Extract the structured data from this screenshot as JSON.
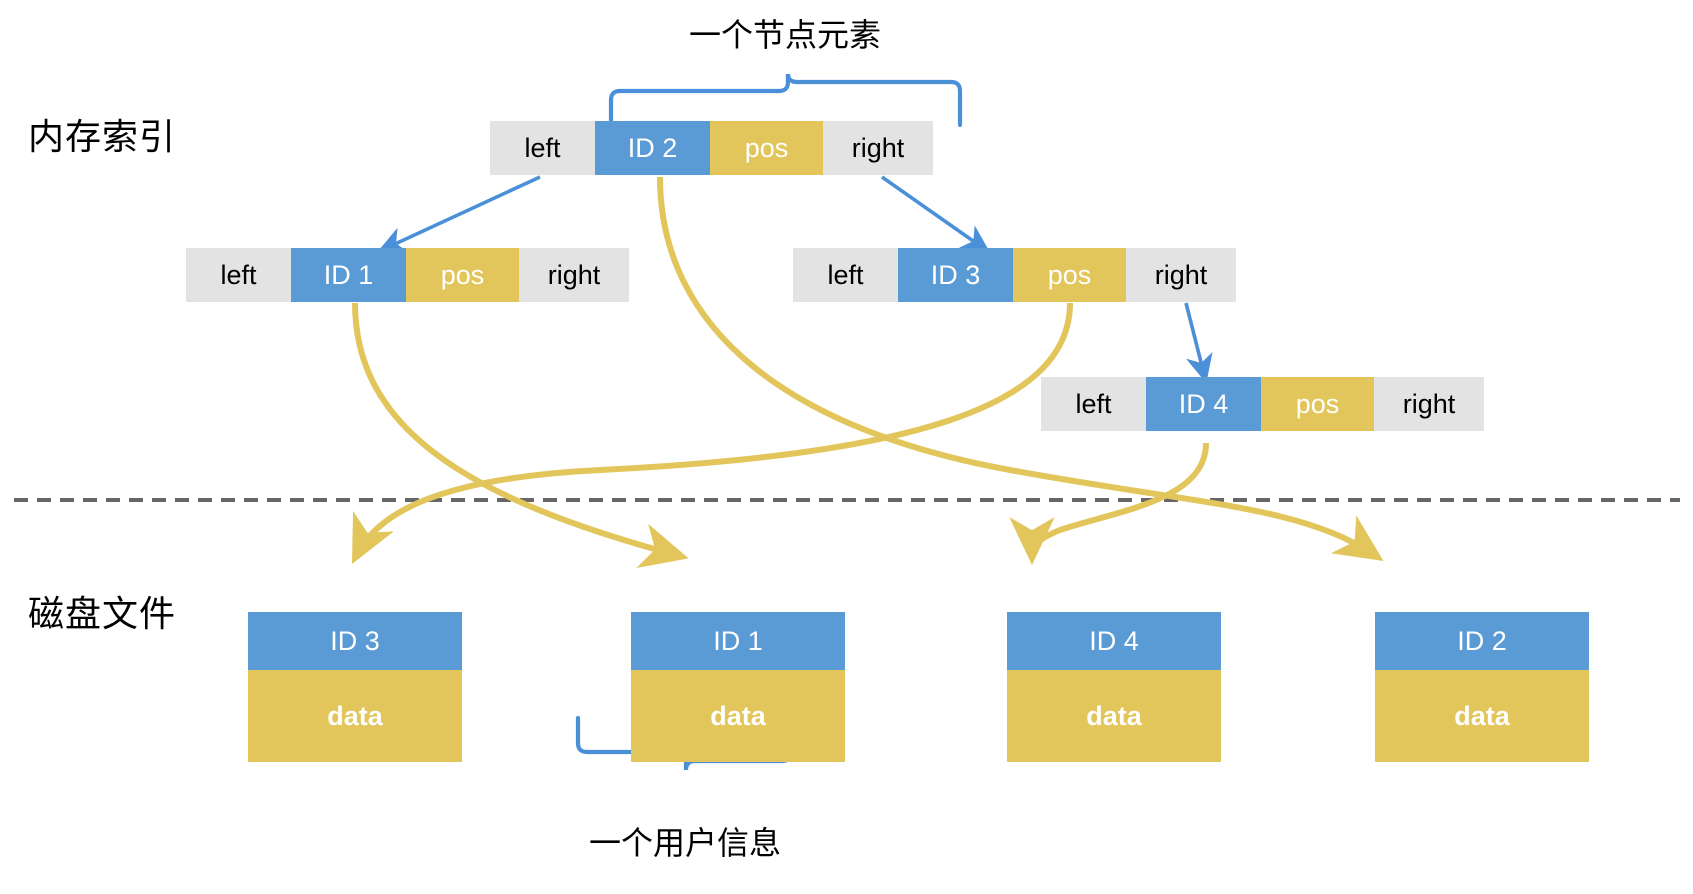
{
  "diagram": {
    "title_top": "一个节点元素",
    "caption_bottom": "一个用户信息",
    "labels": {
      "memory_index": "内存索引",
      "disk_file": "磁盘文件"
    },
    "colors": {
      "blue": "#5B9BD5",
      "yellow": "#E2C55B",
      "gray": "#E3E3E3",
      "divider": "#666666",
      "text_dark": "#000000",
      "text_light": "#FFFFFF"
    },
    "cell_labels": {
      "left": "left",
      "pos": "pos",
      "right": "right"
    },
    "index_nodes": [
      {
        "name": "root-node",
        "left": "left",
        "id": "ID 2",
        "pos": "pos",
        "right": "right"
      },
      {
        "name": "node-id1",
        "left": "left",
        "id": "ID 1",
        "pos": "pos",
        "right": "right"
      },
      {
        "name": "node-id3",
        "left": "left",
        "id": "ID 3",
        "pos": "pos",
        "right": "right"
      },
      {
        "name": "node-id4",
        "left": "left",
        "id": "ID 4",
        "pos": "pos",
        "right": "right"
      }
    ],
    "disk_records": [
      {
        "name": "record-id3",
        "id": "ID 3",
        "data": "data"
      },
      {
        "name": "record-id1",
        "id": "ID 1",
        "data": "data"
      },
      {
        "name": "record-id4",
        "id": "ID 4",
        "data": "data"
      },
      {
        "name": "record-id2",
        "id": "ID 2",
        "data": "data"
      }
    ]
  }
}
